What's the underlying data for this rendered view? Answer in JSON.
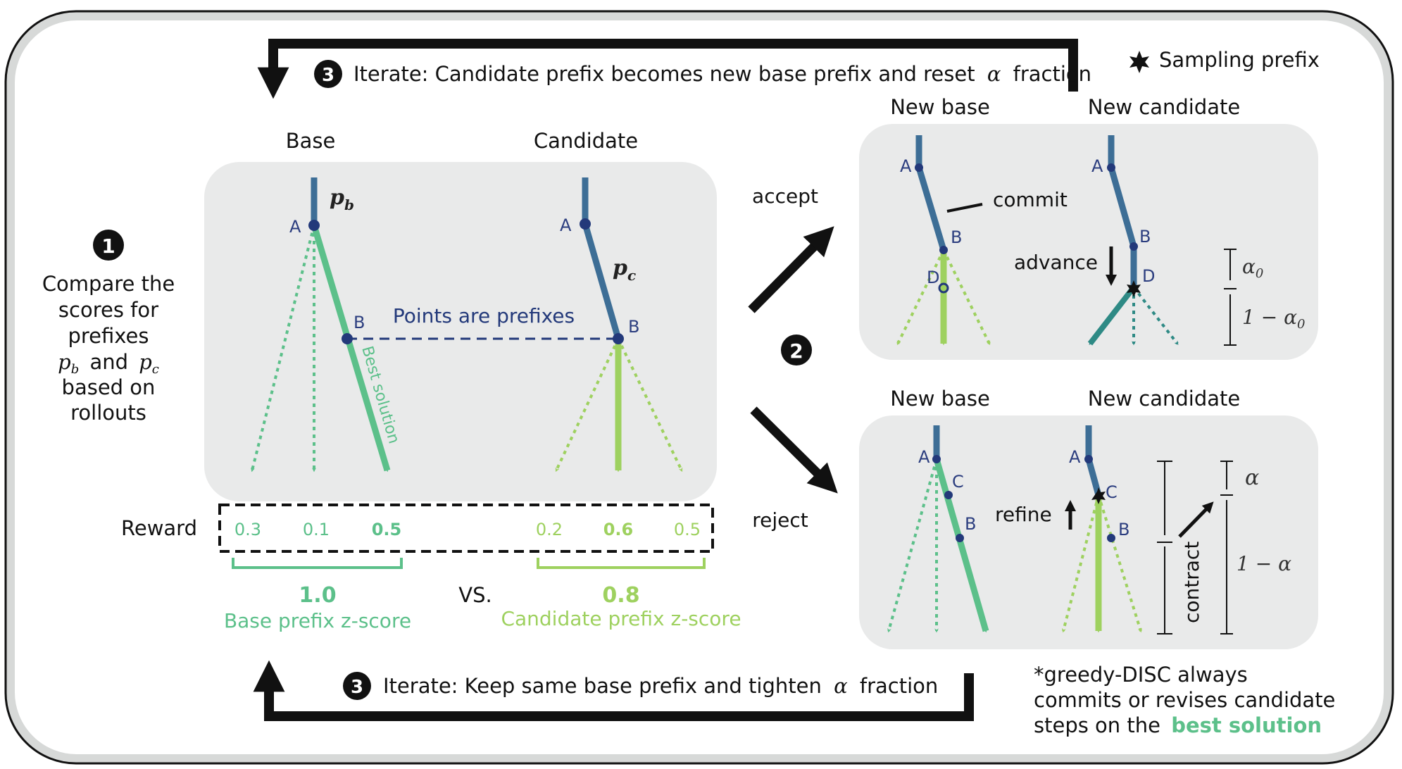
{
  "legend": {
    "sampling_prefix": "Sampling prefix"
  },
  "top_loop": {
    "step": "3",
    "text": "Iterate: Candidate prefix becomes new base prefix and reset",
    "symbol": "α",
    "text_end": "fraction"
  },
  "bottom_loop": {
    "step": "3",
    "text": "Iterate: Keep same base prefix and tighten",
    "symbol": "α",
    "text_end": "fraction"
  },
  "step1": {
    "number": "1",
    "lines": [
      "Compare the",
      "scores for",
      "prefixes",
      "and",
      "based on",
      "rollouts"
    ],
    "pb": "p",
    "pb_sub": "b",
    "pc": "p",
    "pc_sub": "c"
  },
  "step2": {
    "number": "2"
  },
  "left_panel": {
    "base_label": "Base",
    "candidate_label": "Candidate",
    "points_label": "Points are prefixes",
    "best_solution": "Best solution",
    "pb_label": "p",
    "pb_sub": "b",
    "pc_label": "p",
    "pc_sub": "c",
    "point_a": "A",
    "point_b": "B"
  },
  "rewards": {
    "label": "Reward",
    "base": [
      "0.3",
      "0.1",
      "0.5"
    ],
    "candidate": [
      "0.2",
      "0.6",
      "0.5"
    ],
    "base_score": "1.0",
    "candidate_score": "0.8",
    "base_caption": "Base prefix z-score",
    "candidate_caption": "Candidate prefix z-score",
    "vs": "VS."
  },
  "accept": {
    "label": "accept",
    "new_base": "New base",
    "new_candidate": "New candidate",
    "commit": "commit",
    "advance": "advance",
    "alpha0": "α",
    "alpha0_sub": "0",
    "one_minus_alpha0": "1 − α",
    "one_minus_alpha0_sub": "0",
    "points": [
      "A",
      "B",
      "D"
    ]
  },
  "reject": {
    "label": "reject",
    "new_base": "New base",
    "new_candidate": "New candidate",
    "refine": "refine",
    "contract": "contract",
    "alpha": "α",
    "one_minus_alpha": "1 − α",
    "points": [
      "A",
      "C",
      "B"
    ]
  },
  "note": {
    "lines": [
      "*greedy-DISC always",
      "commits or revises candidate",
      "steps on the"
    ],
    "highlight": "best solution"
  },
  "colors": {
    "stem": "#3d6e96",
    "base_green": "#5cc08a",
    "candidate_green": "#9ed15f",
    "teal": "#2e8a85",
    "dot": "#23397a",
    "panel": "#e9eaea",
    "frame": "#d7d9d8"
  }
}
